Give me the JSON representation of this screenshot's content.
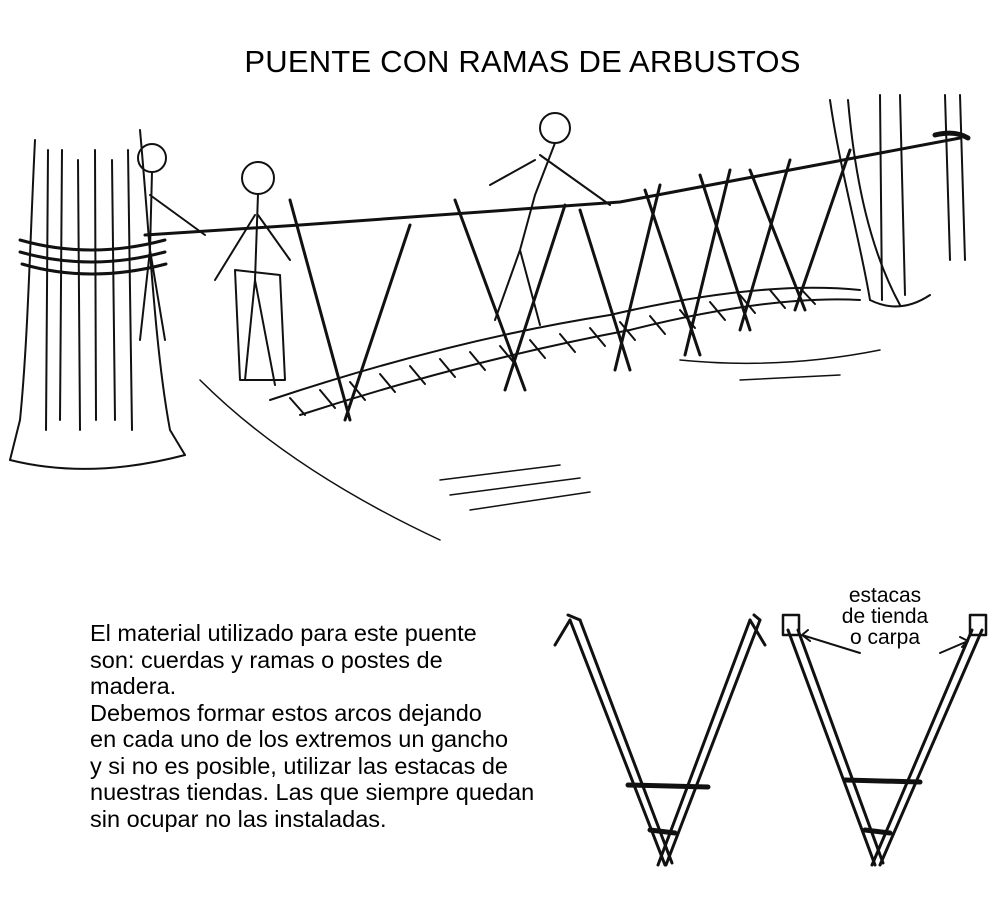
{
  "title": "PUENTE CON RAMAS DE ARBUSTOS",
  "description": [
    "El material utilizado para este puente",
    "son: cuerdas y ramas o postes de",
    "madera.",
    "Debemos formar estos arcos dejando",
    "en cada uno de los extremos un gancho",
    "y si no es posible, utilizar las estacas de",
    "nuestras tiendas. Las que siempre quedan",
    "sin ocupar no las instaladas."
  ],
  "stake_label": [
    "estacas",
    "de tienda",
    "o carpa"
  ],
  "illustration": {
    "subject": "rope-bridge-with-boys",
    "ink_color": "#111111",
    "paper_color": "#ffffff"
  }
}
